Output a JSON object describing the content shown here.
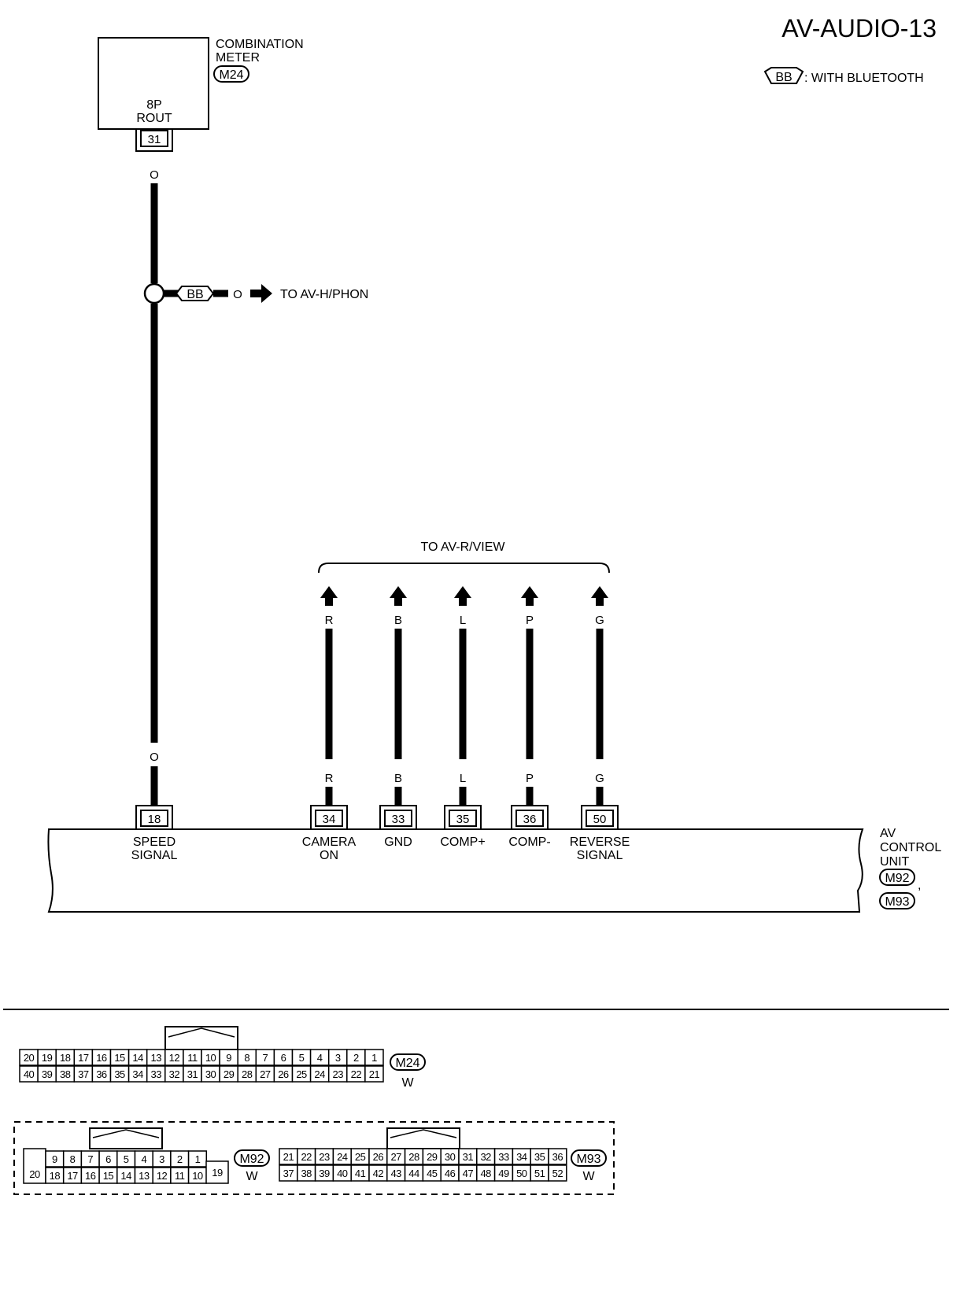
{
  "header": {
    "page_code": "AV-AUDIO-13",
    "legend_tag": "BB",
    "legend_text": ": WITH BLUETOOTH"
  },
  "combination_meter": {
    "name_line1": "COMBINATION",
    "name_line2": "METER",
    "connector": "M24",
    "inner_line1": "8P",
    "inner_line2": "ROUT",
    "pin": "31",
    "wire_color_top": "O",
    "wire_color_bottom": "O"
  },
  "splice": {
    "tag": "BB",
    "wire_color": "O",
    "destination": "TO AV-H/PHON"
  },
  "rear_view": {
    "destination": "TO AV-R/VIEW",
    "wires": [
      {
        "pin": "34",
        "color": "R",
        "label_line1": "CAMERA",
        "label_line2": "ON"
      },
      {
        "pin": "33",
        "color": "B",
        "label_line1": "GND",
        "label_line2": ""
      },
      {
        "pin": "35",
        "color": "L",
        "label_line1": "COMP+",
        "label_line2": ""
      },
      {
        "pin": "36",
        "color": "P",
        "label_line1": "COMP-",
        "label_line2": ""
      },
      {
        "pin": "50",
        "color": "G",
        "label_line1": "REVERSE",
        "label_line2": "SIGNAL"
      }
    ]
  },
  "av_control_unit": {
    "name_line1": "AV",
    "name_line2": "CONTROL",
    "name_line3": "UNIT",
    "connectors": [
      "M92",
      "M93"
    ],
    "separator": ",",
    "speed_pin": "18",
    "speed_label_line1": "SPEED",
    "speed_label_line2": "SIGNAL"
  },
  "connector_faces": {
    "m24": {
      "id": "M24",
      "color": "W",
      "row1": [
        "20",
        "19",
        "18",
        "17",
        "16",
        "15",
        "14",
        "13",
        "12",
        "11",
        "10",
        "9",
        "8",
        "7",
        "6",
        "5",
        "4",
        "3",
        "2",
        "1"
      ],
      "row2": [
        "40",
        "39",
        "38",
        "37",
        "36",
        "35",
        "34",
        "33",
        "32",
        "31",
        "30",
        "29",
        "28",
        "27",
        "26",
        "25",
        "24",
        "23",
        "22",
        "21"
      ]
    },
    "m92": {
      "id": "M92",
      "color": "W",
      "row1": [
        "9",
        "8",
        "7",
        "6",
        "5",
        "4",
        "3",
        "2",
        "1"
      ],
      "row2": [
        "18",
        "17",
        "16",
        "15",
        "14",
        "13",
        "12",
        "11",
        "10"
      ],
      "left_pin": "20",
      "right_pin": "19"
    },
    "m93": {
      "id": "M93",
      "color": "W",
      "row1": [
        "21",
        "22",
        "23",
        "24",
        "25",
        "26",
        "27",
        "28",
        "29",
        "30",
        "31",
        "32",
        "33",
        "34",
        "35",
        "36"
      ],
      "row2": [
        "37",
        "38",
        "39",
        "40",
        "41",
        "42",
        "43",
        "44",
        "45",
        "46",
        "47",
        "48",
        "49",
        "50",
        "51",
        "52"
      ]
    }
  }
}
